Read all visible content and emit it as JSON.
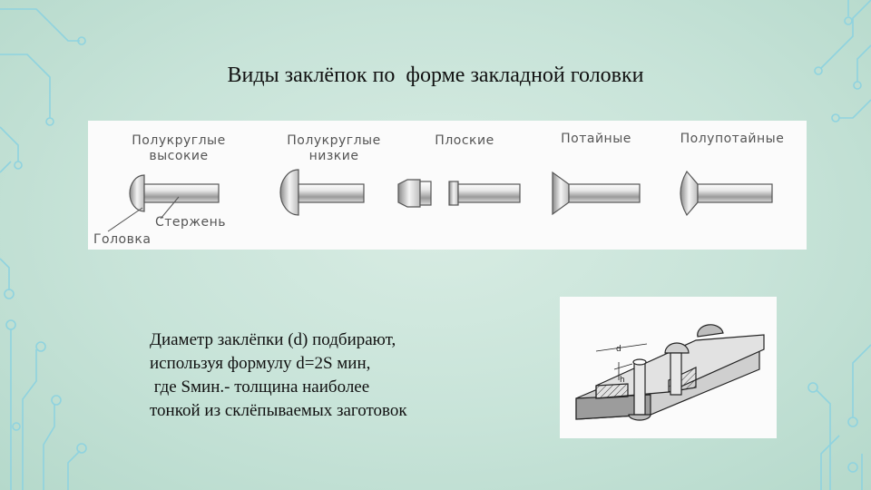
{
  "slide": {
    "title": "Виды заклёпок по  форме закладной головки",
    "rivet_types": {
      "high_round": [
        "Полукруглые",
        "высокие"
      ],
      "low_round": [
        "Полукруглые",
        "низкие"
      ],
      "flat": "Плоские",
      "countersunk": "Потайные",
      "half_countersunk": "Полупотайные",
      "callout_head": "Головка",
      "callout_shank": "Стержень"
    },
    "body_lines": [
      "Диаметр заклёпки (d) подбирают,",
      "используя формулу d=2S мин,",
      " где Sмин.- толщина наиболее",
      "тонкой из склёпываемых заготовок"
    ],
    "joint_labels": {
      "d": "d",
      "h": "h"
    },
    "colors": {
      "accent": "#6fc6d6",
      "background": "#c7e3d8"
    }
  }
}
